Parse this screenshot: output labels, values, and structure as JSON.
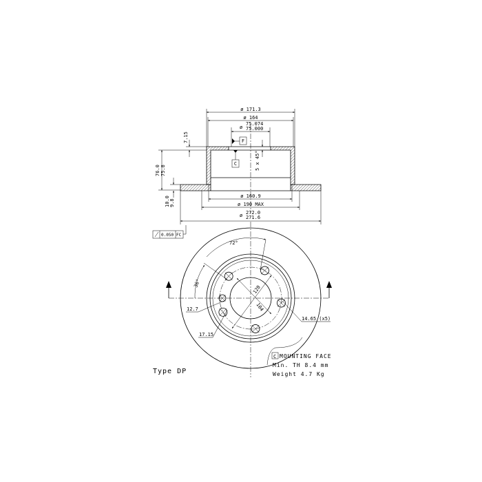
{
  "section_view": {
    "dim_outer_hat": "ø 171.3",
    "dim_inner_hat": "ø 164",
    "dim_center_bore_max": "75.074",
    "dim_center_bore_min": "75.000",
    "dim_bore_symbol": "ø",
    "dim_hat_depth": "7.15",
    "datum_f": "F",
    "datum_c": "C",
    "chamfer": "5 x 45°",
    "dim_height_max": "76.0",
    "dim_height_min": "75.8",
    "dim_thickness_max": "10.0",
    "dim_thickness_min": "9.8",
    "dim_inner_diameter": "ø 160.9",
    "dim_friction_max": "ø 190 MAX",
    "dim_outer_symbol": "ø",
    "dim_outer_max": "272.0",
    "dim_outer_min": "271.6"
  },
  "tolerance_frame": {
    "value": "0.050",
    "datums": "FC"
  },
  "front_view": {
    "angle_72": "72°",
    "angle_36": "36°",
    "dim_120": "120",
    "dim_104": "104",
    "dim_pilot_hole": "12.7",
    "dim_bolt_holes": "14.65 (x5)",
    "dim_17_15": "17.15"
  },
  "notes": {
    "mounting_face_datum": "C",
    "mounting_face": "MOUNTING FACE",
    "min_thickness": "Min. TH 8.4 mm",
    "weight": "Weight 4.7 Kg",
    "type": "Type DP"
  }
}
